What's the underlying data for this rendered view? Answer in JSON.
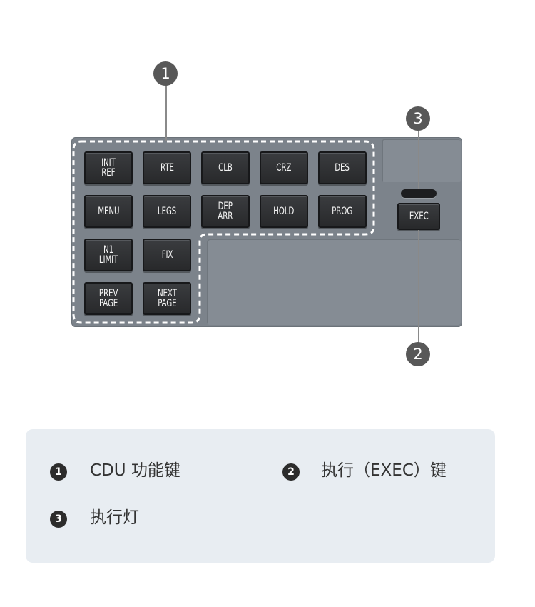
{
  "cdu": {
    "keys": [
      "INIT\nREF",
      "RTE",
      "CLB",
      "CRZ",
      "DES",
      "MENU",
      "LEGS",
      "DEP\nARR",
      "HOLD",
      "PROG",
      "N1\nLIMIT",
      "FIX",
      "PREV\nPAGE",
      "NEXT\nPAGE"
    ],
    "exec_key": "EXEC"
  },
  "callouts": {
    "c1": "1",
    "c2": "2",
    "c3": "3"
  },
  "legend": {
    "items": [
      {
        "num": "1",
        "label": "CDU 功能键"
      },
      {
        "num": "2",
        "label": "执行（EXEC）键"
      },
      {
        "num": "3",
        "label": "执行灯"
      }
    ]
  },
  "colors": {
    "panel": "#7c838b",
    "key": "#2e2f31",
    "callout": "#585858",
    "legend_bg": "#e8edf2"
  }
}
